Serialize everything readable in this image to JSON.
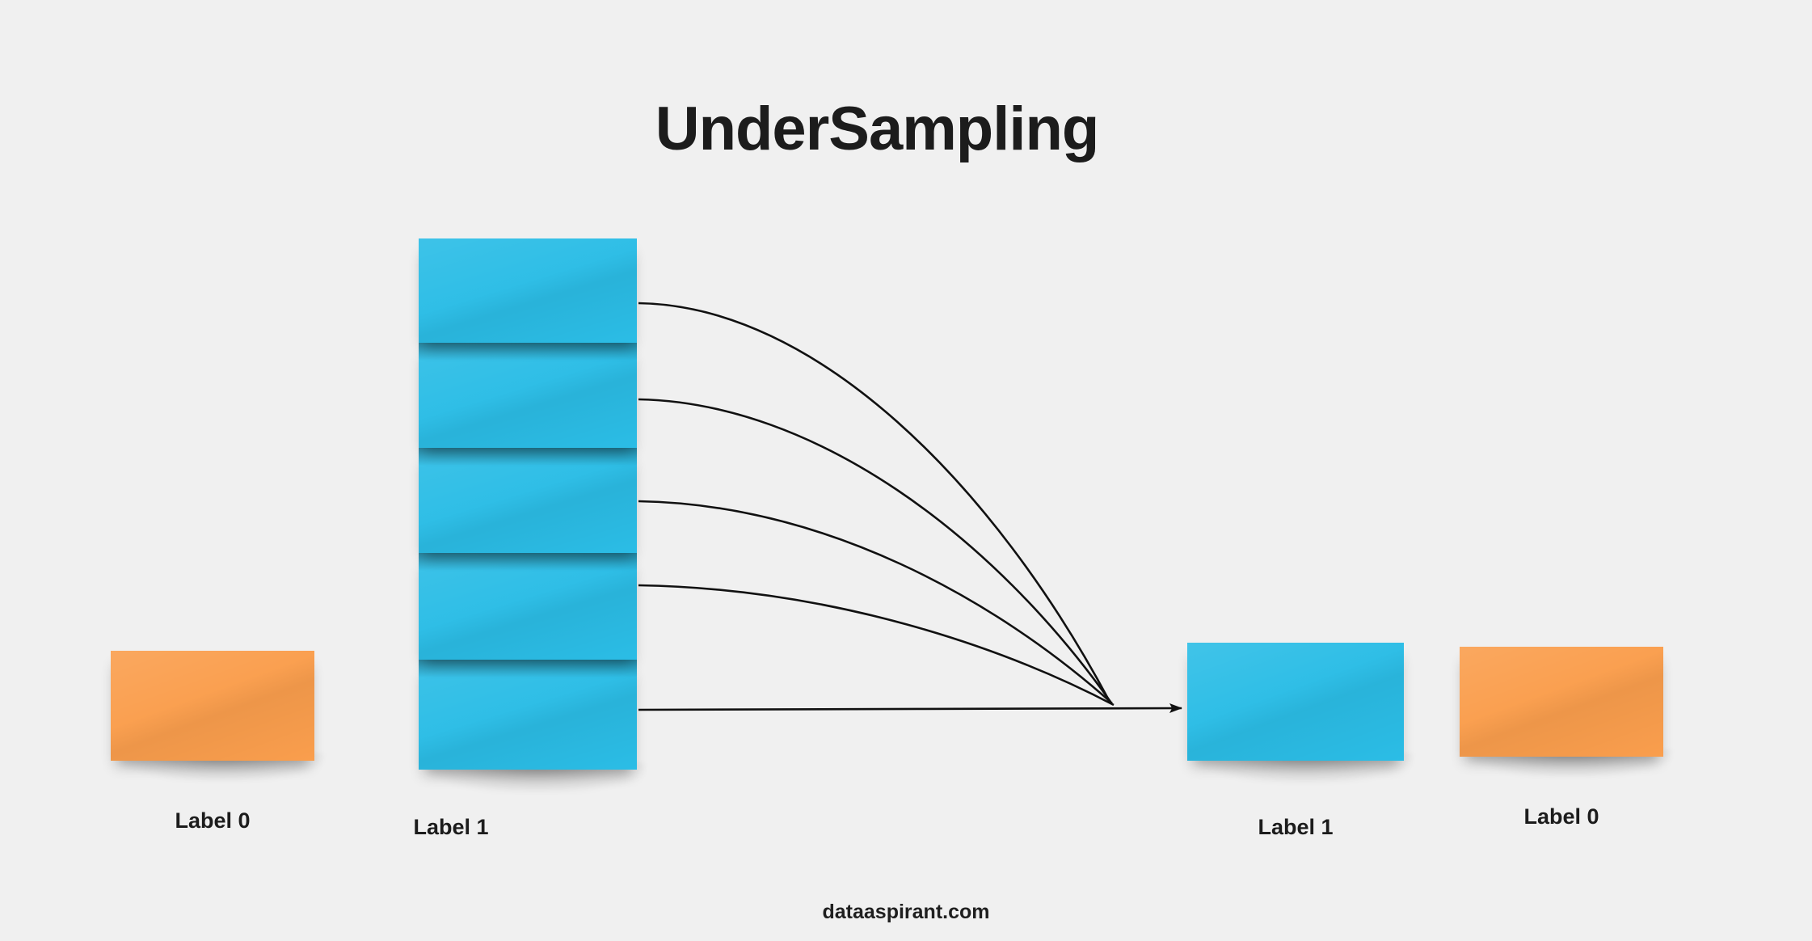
{
  "title": "UnderSampling",
  "footer": "dataaspirant.com",
  "colors": {
    "background": "#f0f0f0",
    "minority_class": "#fa9e4d",
    "majority_class": "#2bbde6",
    "text": "#1c1c1c",
    "arrow": "#111111"
  },
  "groups": {
    "before": {
      "minority": {
        "label": "Label 0",
        "count": 1,
        "color": "#fa9e4d"
      },
      "majority": {
        "label": "Label 1",
        "count": 5,
        "color": "#2bbde6"
      }
    },
    "after": {
      "majority": {
        "label": "Label 1",
        "count": 1,
        "color": "#2bbde6"
      },
      "minority": {
        "label": "Label 0",
        "count": 1,
        "color": "#fa9e4d"
      }
    }
  },
  "arrows": {
    "count": 5,
    "description": "five-curves-converging-to-one-arrowhead"
  }
}
